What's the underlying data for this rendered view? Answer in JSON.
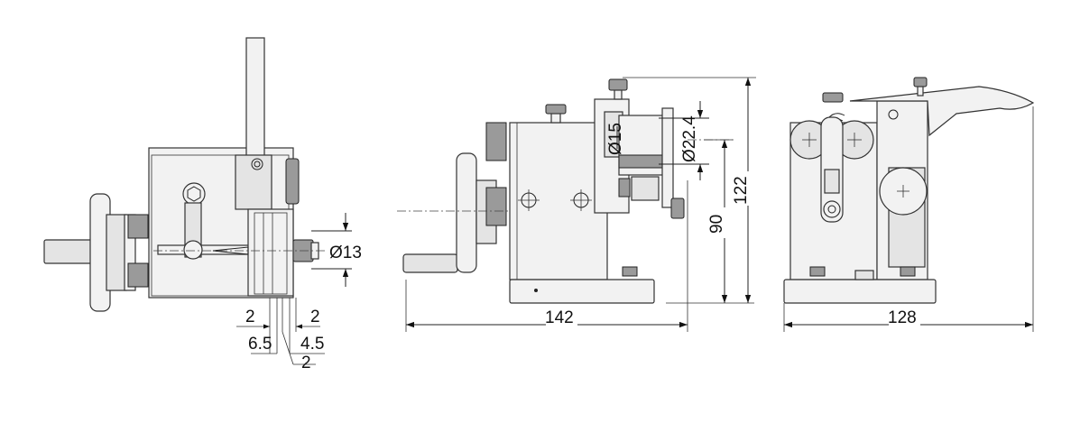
{
  "views": {
    "front": {
      "dims": {
        "dia13": "Ø13",
        "left2": "2",
        "right2": "2",
        "d65": "6.5",
        "d45": "4.5",
        "bottom2": "2"
      }
    },
    "side": {
      "dims": {
        "width": "142",
        "height90": "90",
        "height122": "122",
        "dia15": "Ø15",
        "dia224": "Ø22.4"
      }
    },
    "rear": {
      "dims": {
        "width": "128"
      }
    }
  }
}
